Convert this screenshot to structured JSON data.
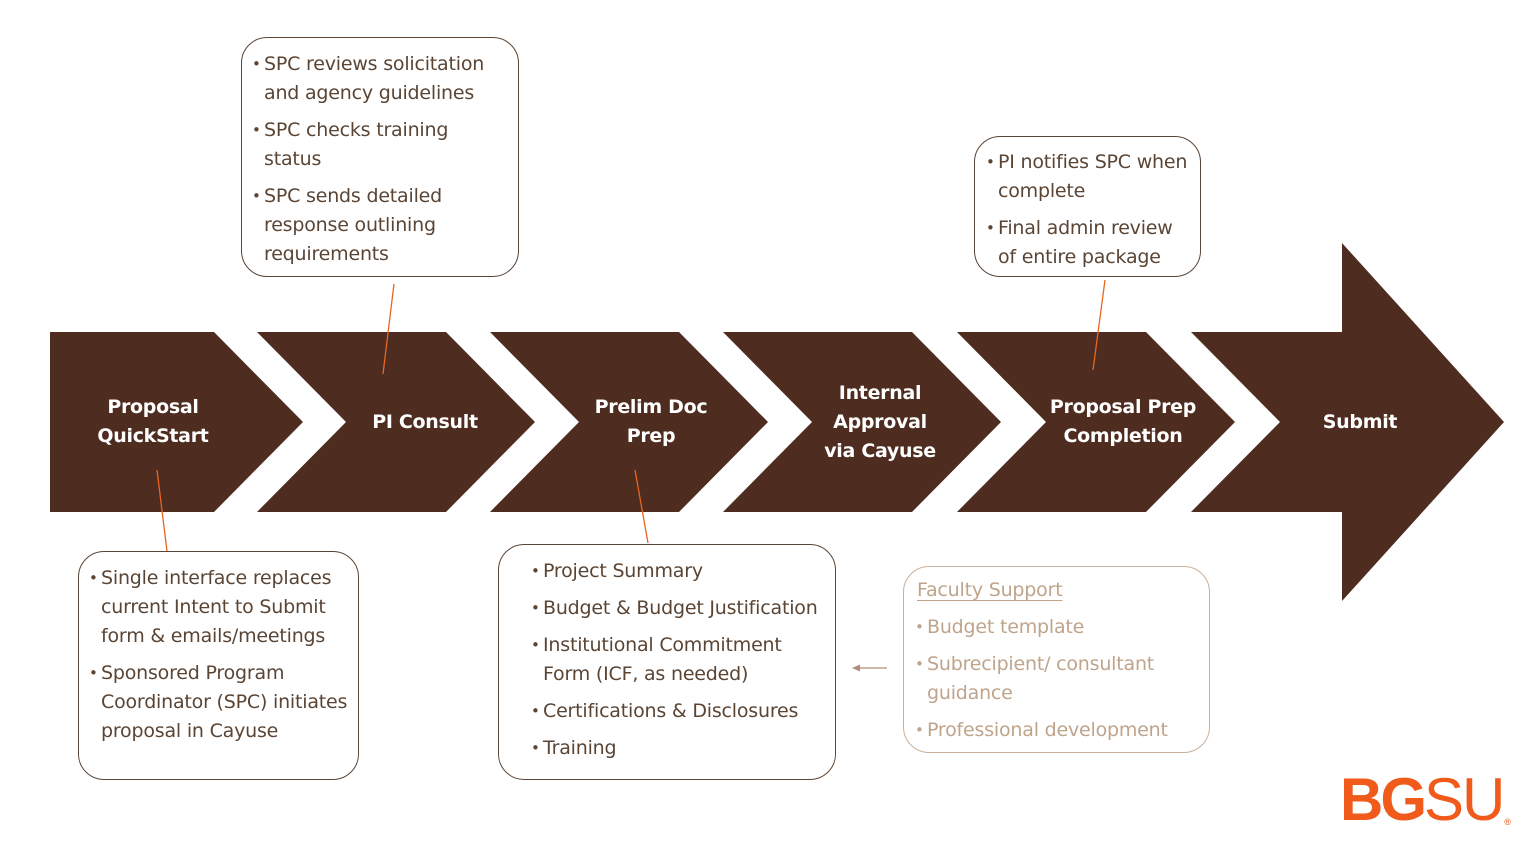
{
  "colors": {
    "chevron_fill": "#4e2c20",
    "chevron_text": "#ffffff",
    "callout_border": "#5a4535",
    "callout_text": "#5a4535",
    "connector": "#e8661f",
    "faculty_text": "#bfa48c",
    "faculty_border": "#c8b09c",
    "arrow_small": "#b08f7a",
    "logo": "#f05a1a"
  },
  "steps": [
    {
      "id": "proposal-quickstart",
      "label": "Proposal\nQuickStart"
    },
    {
      "id": "pi-consult",
      "label": "PI Consult"
    },
    {
      "id": "prelim-doc-prep",
      "label": "Prelim Doc\nPrep"
    },
    {
      "id": "internal-approval",
      "label": "Internal\nApproval\nvia Cayuse"
    },
    {
      "id": "proposal-prep-completion",
      "label": "Proposal Prep\nCompletion"
    },
    {
      "id": "submit",
      "label": "Submit"
    }
  ],
  "callouts": {
    "quickstart": {
      "items": [
        "Single interface replaces current Intent to Submit form & emails/meetings",
        "Sponsored Program Coordinator (SPC) initiates proposal in Cayuse"
      ]
    },
    "pi_consult": {
      "items": [
        "SPC reviews solicitation and agency guidelines",
        "SPC checks training status",
        "SPC sends detailed response outlining requirements"
      ]
    },
    "prelim_doc": {
      "items": [
        "Project Summary",
        "Budget & Budget Justification",
        "Institutional Commitment Form (ICF, as needed)",
        "Certifications & Disclosures",
        "Training"
      ]
    },
    "prep_completion": {
      "items": [
        "PI notifies SPC when complete",
        "Final admin review of entire package"
      ]
    },
    "faculty_support": {
      "title": "Faculty Support",
      "items": [
        "Budget template",
        "Subrecipient/ consultant guidance",
        "Professional development"
      ]
    }
  },
  "logo": {
    "bold": "BG",
    "light": "SU",
    "mark": "®"
  }
}
